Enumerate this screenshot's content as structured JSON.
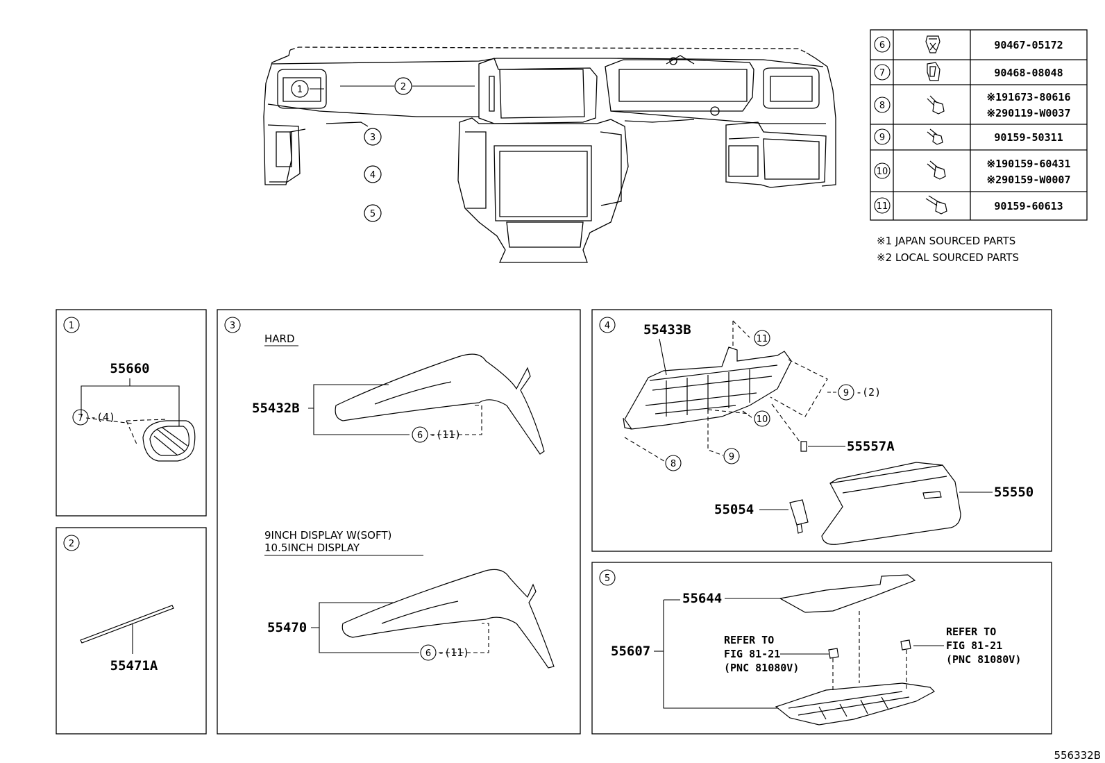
{
  "overview_callouts": [
    "1",
    "2",
    "3",
    "4",
    "5"
  ],
  "fastener_table": [
    {
      "num": "6",
      "parts": [
        "90467-05172"
      ]
    },
    {
      "num": "7",
      "parts": [
        "90468-08048"
      ]
    },
    {
      "num": "8",
      "parts": [
        "※191673-80616",
        "※290119-W0037"
      ]
    },
    {
      "num": "9",
      "parts": [
        "90159-50311"
      ]
    },
    {
      "num": "10",
      "parts": [
        "※190159-60431",
        "※290159-W0007"
      ]
    },
    {
      "num": "11",
      "parts": [
        "90159-60613"
      ]
    }
  ],
  "notes": [
    "※1 JAPAN SOURCED PARTS",
    "※2 LOCAL SOURCED PARTS"
  ],
  "panel1": {
    "num": "1",
    "part": "55660",
    "fastener": "7",
    "qty": "-(4)"
  },
  "panel2": {
    "num": "2",
    "part": "55471A"
  },
  "panel3": {
    "num": "3",
    "hard_label": "HARD",
    "hard_part": "55432B",
    "display_label_1": "9INCH DISPLAY W(SOFT)",
    "display_label_2": "10.5INCH DISPLAY",
    "display_part": "55470",
    "fastener": "6",
    "qty": "-(11)"
  },
  "panel4": {
    "num": "4",
    "part_main": "55433B",
    "f11": "11",
    "f9a": "9",
    "f9a_qty": "-(2)",
    "f10": "10",
    "f8": "8",
    "f9b": "9",
    "part_clip": "55557A",
    "part_box": "55550",
    "part_damper": "55054"
  },
  "panel5": {
    "num": "5",
    "part_top": "55644",
    "part_assy": "55607",
    "ref_left": [
      "REFER TO",
      "FIG 81-21",
      "(PNC 81080V)"
    ],
    "ref_right": [
      "REFER TO",
      "FIG 81-21",
      "(PNC 81080V)"
    ]
  },
  "figure_id": "556332B"
}
